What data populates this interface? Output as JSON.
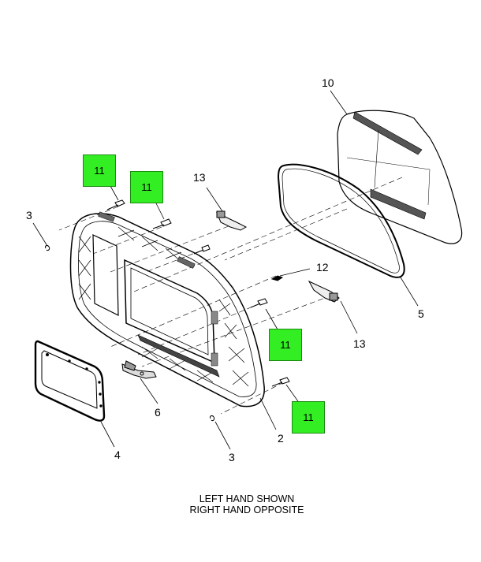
{
  "hotspots": [
    {
      "label": "11"
    },
    {
      "label": "11"
    },
    {
      "label": "11"
    },
    {
      "label": "11"
    }
  ],
  "callouts": {
    "c10": "10",
    "c13a": "13",
    "c3a": "3",
    "c12": "12",
    "c5": "5",
    "c13b": "13",
    "c6": "6",
    "c2": "2",
    "c4": "4",
    "c3b": "3"
  },
  "caption": {
    "line1": "LEFT HAND SHOWN",
    "line2": "RIGHT HAND OPPOSITE"
  },
  "colors": {
    "hotspot_fill": "#33ee22",
    "line": "#000000"
  }
}
